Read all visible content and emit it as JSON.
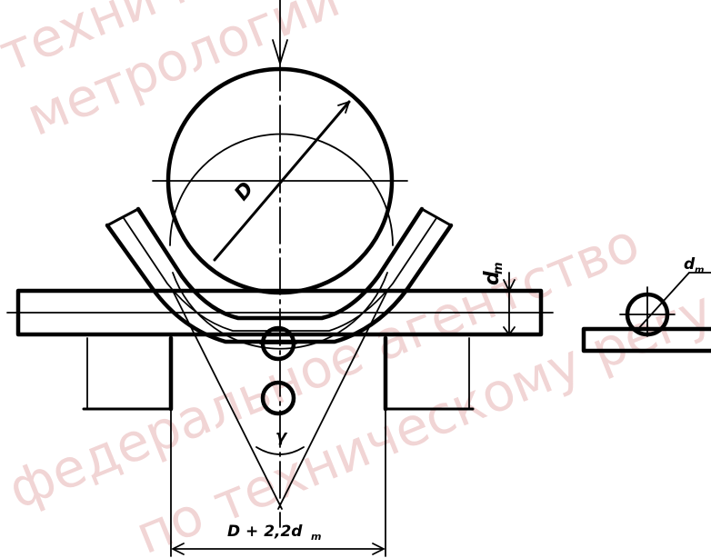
{
  "labels": {
    "mandrel_diameter": "D",
    "gap_formula": "D + 2,2d",
    "gap_formula_sub": "m",
    "thickness": "d",
    "thickness_sub": "m",
    "angle": "γ",
    "detail_diameter": "d",
    "detail_diameter_sub": "m"
  },
  "watermark": {
    "lines": [
      "техническому регулированию",
      "метрологии",
      "федеральное агентство",
      "по техническому регулированию"
    ]
  },
  "colors": {
    "ink": "#000000",
    "watermark": "#e6b3b3",
    "background": "#ffffff"
  }
}
